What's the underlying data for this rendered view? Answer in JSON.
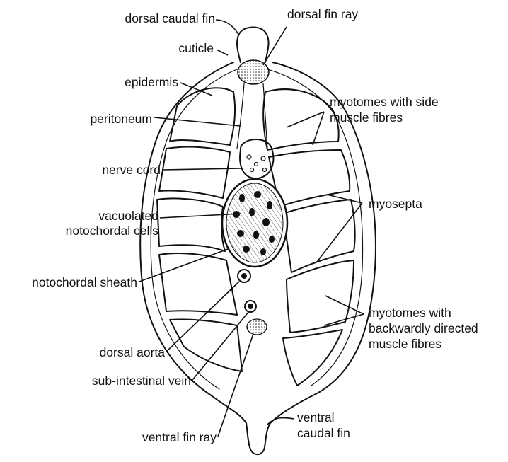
{
  "labels": {
    "dorsal_caudal_fin": "dorsal caudal fin",
    "dorsal_fin_ray": "dorsal fin ray",
    "cuticle": "cuticle",
    "epidermis": "epidermis",
    "peritoneum": "peritoneum",
    "nerve_cord": "nerve cord",
    "vacuolated_line1": "vacuolated",
    "vacuolated_line2": "notochordal cells",
    "notochordal_sheath": "notochordal sheath",
    "dorsal_aorta": "dorsal aorta",
    "sub_intestinal_vein": "sub-intestinal vein",
    "ventral_fin_ray": "ventral fin ray",
    "myotomes_side_line1": "myotomes with side",
    "myotomes_side_line2": "muscle fibres",
    "myosepta": "myosepta",
    "myotomes_back_line1": "myotomes with",
    "myotomes_back_line2": "backwardly directed",
    "myotomes_back_line3": "muscle fibres",
    "ventral_caudal_fin_line1": "ventral",
    "ventral_caudal_fin_line2": "caudal fin"
  },
  "colors": {
    "ink": "#111111",
    "background": "#ffffff"
  }
}
